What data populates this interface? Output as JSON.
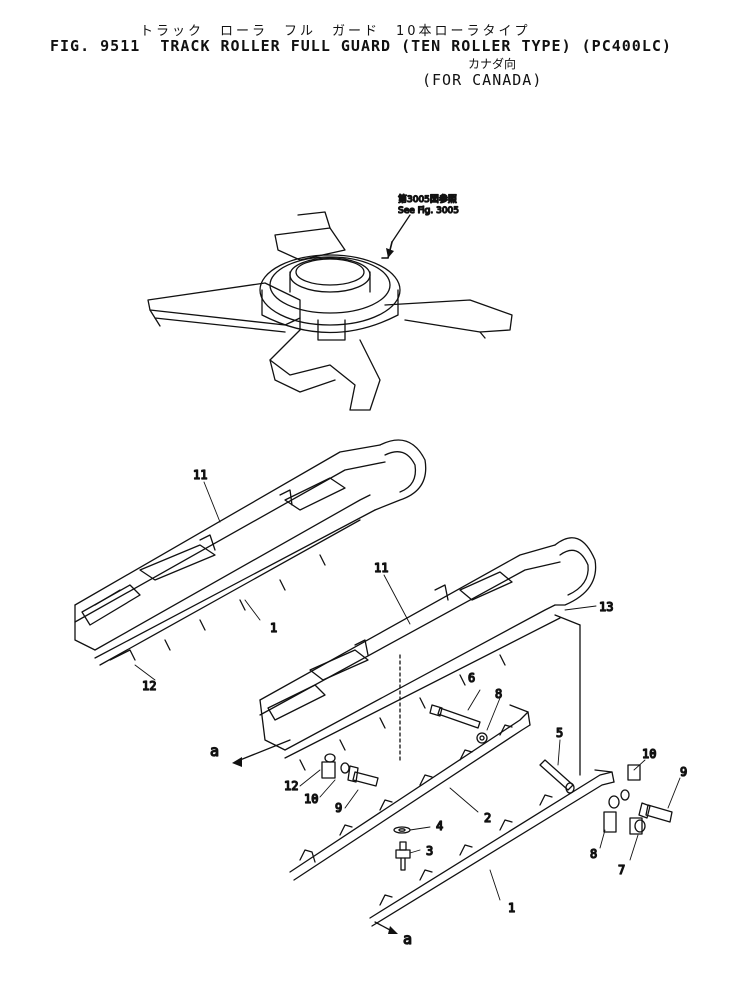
{
  "title": {
    "japanese": "トラック　ローラ　フル　ガード　10本ローラタイプ",
    "english": "FIG. 9511  TRACK ROLLER FULL GUARD (TEN ROLLER TYPE) (PC400LC)",
    "sub_japanese": "カナダ向",
    "sub_english": "(FOR CANADA)"
  },
  "reference": {
    "japanese": "第3005図参照",
    "english": "See Fig. 3005"
  },
  "part_labels": {
    "p1a": "1",
    "p1b": "1",
    "p2": "2",
    "p3": "3",
    "p4": "4",
    "p5": "5",
    "p6": "6",
    "p7": "7",
    "p8a": "8",
    "p8b": "8",
    "p9a": "9",
    "p9b": "9",
    "p10a": "10",
    "p10b": "10",
    "p11a": "11",
    "p11b": "11",
    "p12a": "12",
    "p12b": "12",
    "p13": "13",
    "aa": "a",
    "ab": "a"
  }
}
